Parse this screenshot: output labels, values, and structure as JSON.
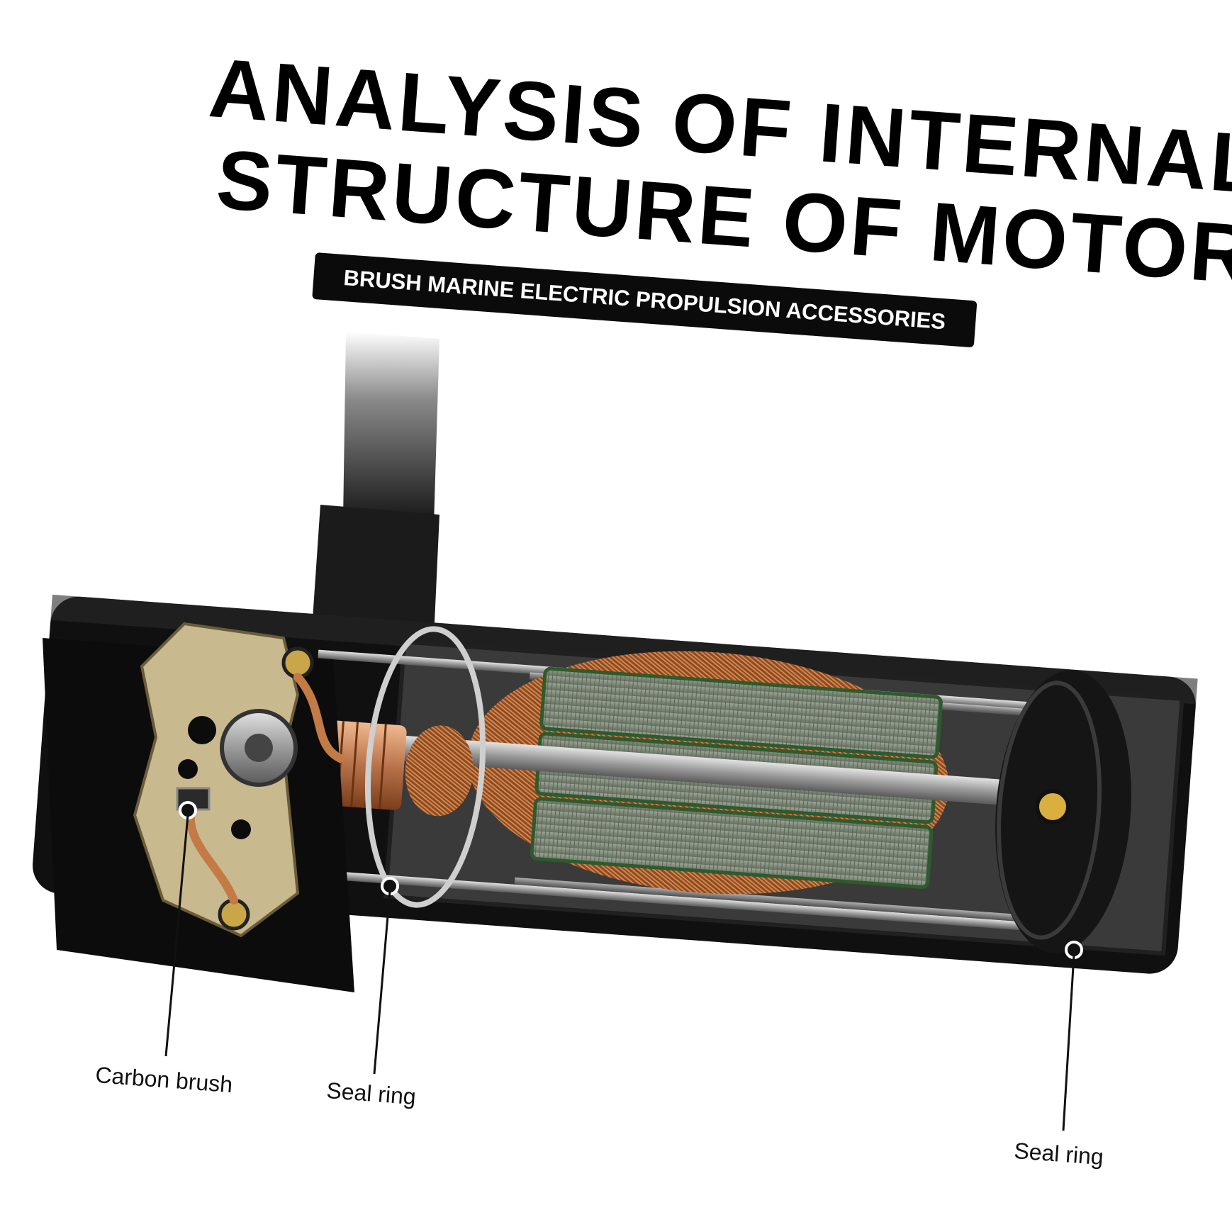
{
  "title": {
    "line1": "ANALYSIS OF INTERNAL",
    "line2": "STRUCTURE OF MOTOR"
  },
  "subtitle": "BRUSH MARINE ELECTRIC PROPULSION ACCESSORIES",
  "callouts": {
    "carbon_brush": "Carbon brush",
    "seal_ring_front": "Seal ring",
    "seal_ring_rear": "Seal ring"
  },
  "colors": {
    "housing": "#111111",
    "copper": "#b5652f",
    "lamination": "#7f8a7c",
    "pcb": "#c9b98f"
  }
}
